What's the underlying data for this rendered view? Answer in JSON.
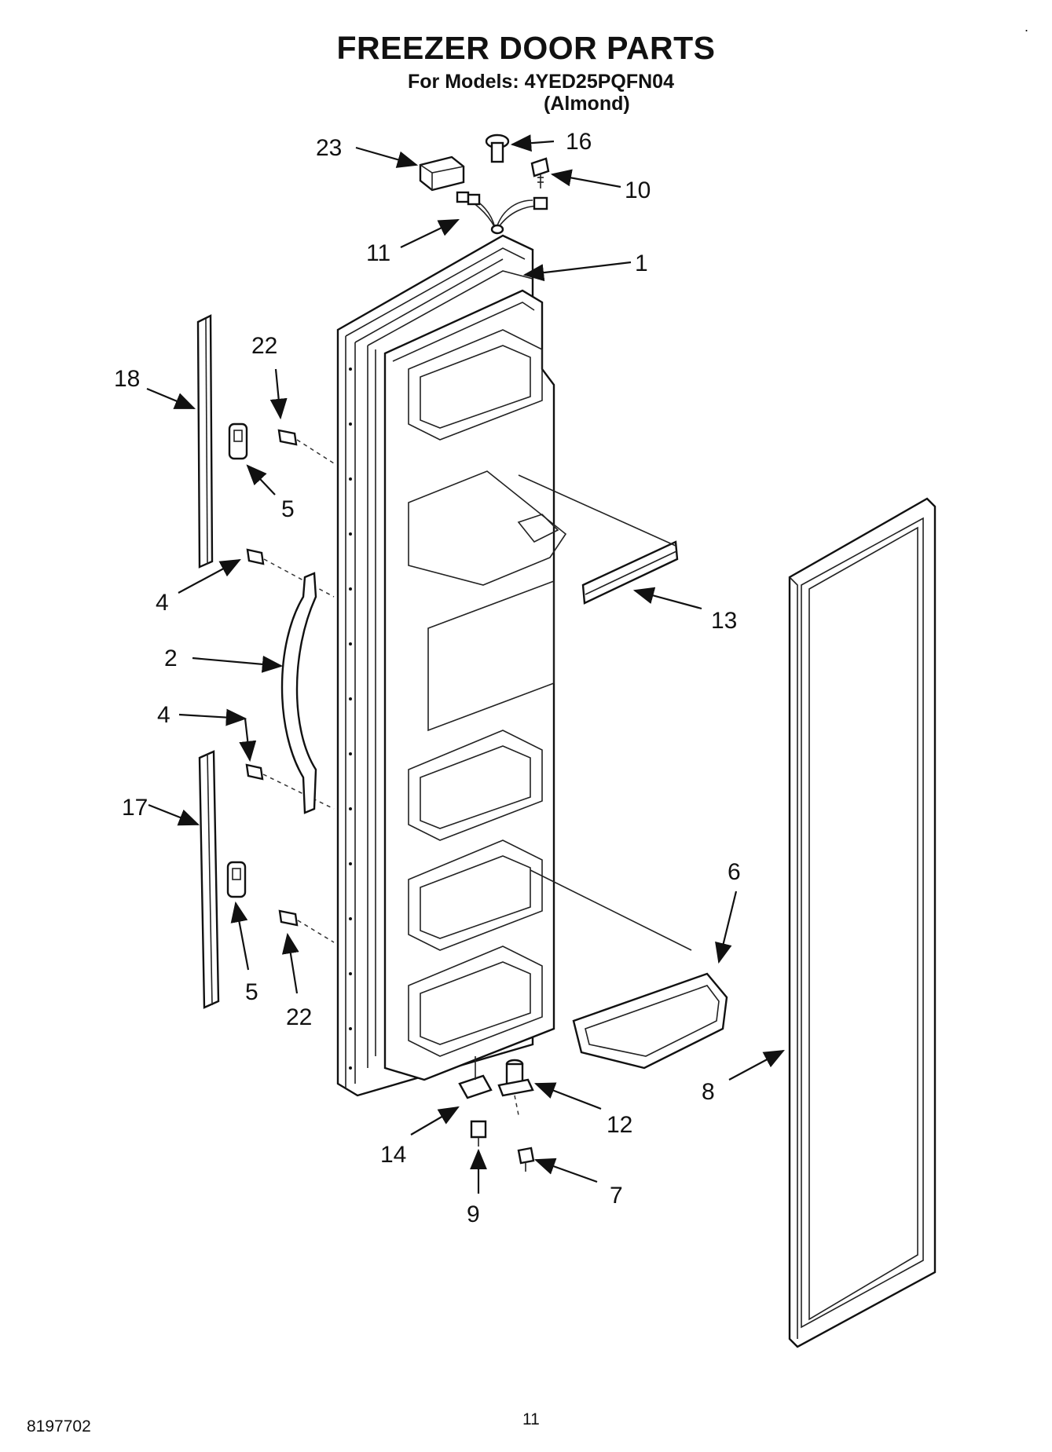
{
  "header": {
    "title": "FREEZER DOOR PARTS",
    "models_line": "For Models: 4YED25PQFN04",
    "variant_line": "(Almond)"
  },
  "footer": {
    "doc_number": "8197702",
    "page_number": "11"
  },
  "corner_mark": ".",
  "callouts": [
    {
      "id": "c1",
      "label": "1"
    },
    {
      "id": "c2",
      "label": "2"
    },
    {
      "id": "c4a",
      "label": "4"
    },
    {
      "id": "c4b",
      "label": "4"
    },
    {
      "id": "c5a",
      "label": "5"
    },
    {
      "id": "c5b",
      "label": "5"
    },
    {
      "id": "c6",
      "label": "6"
    },
    {
      "id": "c7",
      "label": "7"
    },
    {
      "id": "c8",
      "label": "8"
    },
    {
      "id": "c9",
      "label": "9"
    },
    {
      "id": "c10",
      "label": "10"
    },
    {
      "id": "c11",
      "label": "11"
    },
    {
      "id": "c12",
      "label": "12"
    },
    {
      "id": "c13",
      "label": "13"
    },
    {
      "id": "c14",
      "label": "14"
    },
    {
      "id": "c16",
      "label": "16"
    },
    {
      "id": "c17",
      "label": "17"
    },
    {
      "id": "c18",
      "label": "18"
    },
    {
      "id": "c22a",
      "label": "22"
    },
    {
      "id": "c22b",
      "label": "22"
    },
    {
      "id": "c23",
      "label": "23"
    }
  ]
}
